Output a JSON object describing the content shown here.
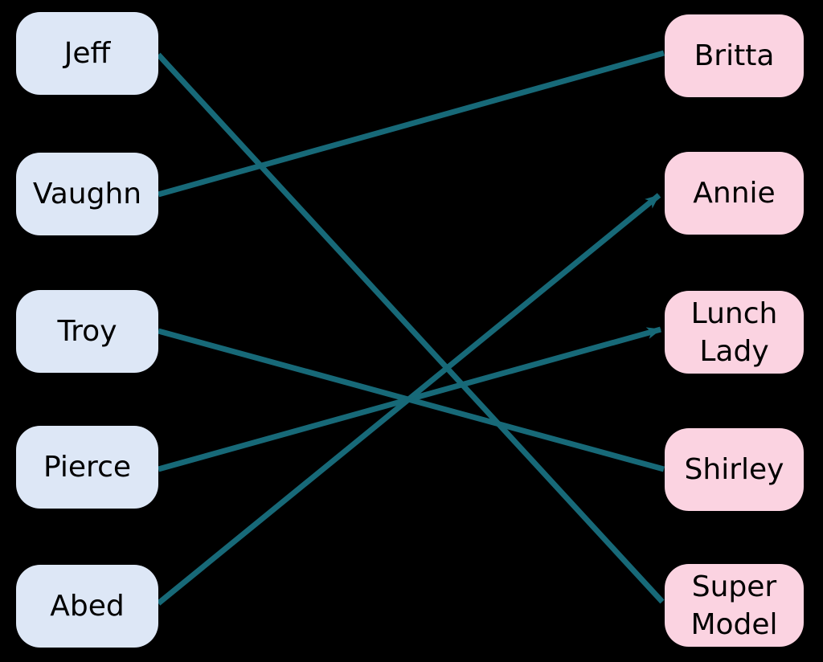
{
  "diagram": {
    "type": "bipartite-matching-graph",
    "background_color": "#000000",
    "left_nodes": [
      {
        "id": "jeff",
        "label": "Jeff"
      },
      {
        "id": "vaughn",
        "label": "Vaughn"
      },
      {
        "id": "troy",
        "label": "Troy"
      },
      {
        "id": "pierce",
        "label": "Pierce"
      },
      {
        "id": "abed",
        "label": "Abed"
      }
    ],
    "right_nodes": [
      {
        "id": "britta",
        "label": "Britta"
      },
      {
        "id": "annie",
        "label": "Annie"
      },
      {
        "id": "lunch-lady",
        "label": "Lunch Lady"
      },
      {
        "id": "shirley",
        "label": "Shirley"
      },
      {
        "id": "super-model",
        "label": "Super Model"
      }
    ],
    "edges": [
      {
        "from": "Jeff",
        "to": "Super Model",
        "arrowhead": false
      },
      {
        "from": "Vaughn",
        "to": "Britta",
        "arrowhead": false
      },
      {
        "from": "Troy",
        "to": "Shirley",
        "arrowhead": false
      },
      {
        "from": "Pierce",
        "to": "Lunch Lady",
        "arrowhead": true
      },
      {
        "from": "Abed",
        "to": "Annie",
        "arrowhead": true
      }
    ],
    "colors": {
      "left_node_fill": "#dde7f6",
      "right_node_fill": "#fbd3e1",
      "edge_stroke": "#176978",
      "text": "#000000"
    }
  }
}
